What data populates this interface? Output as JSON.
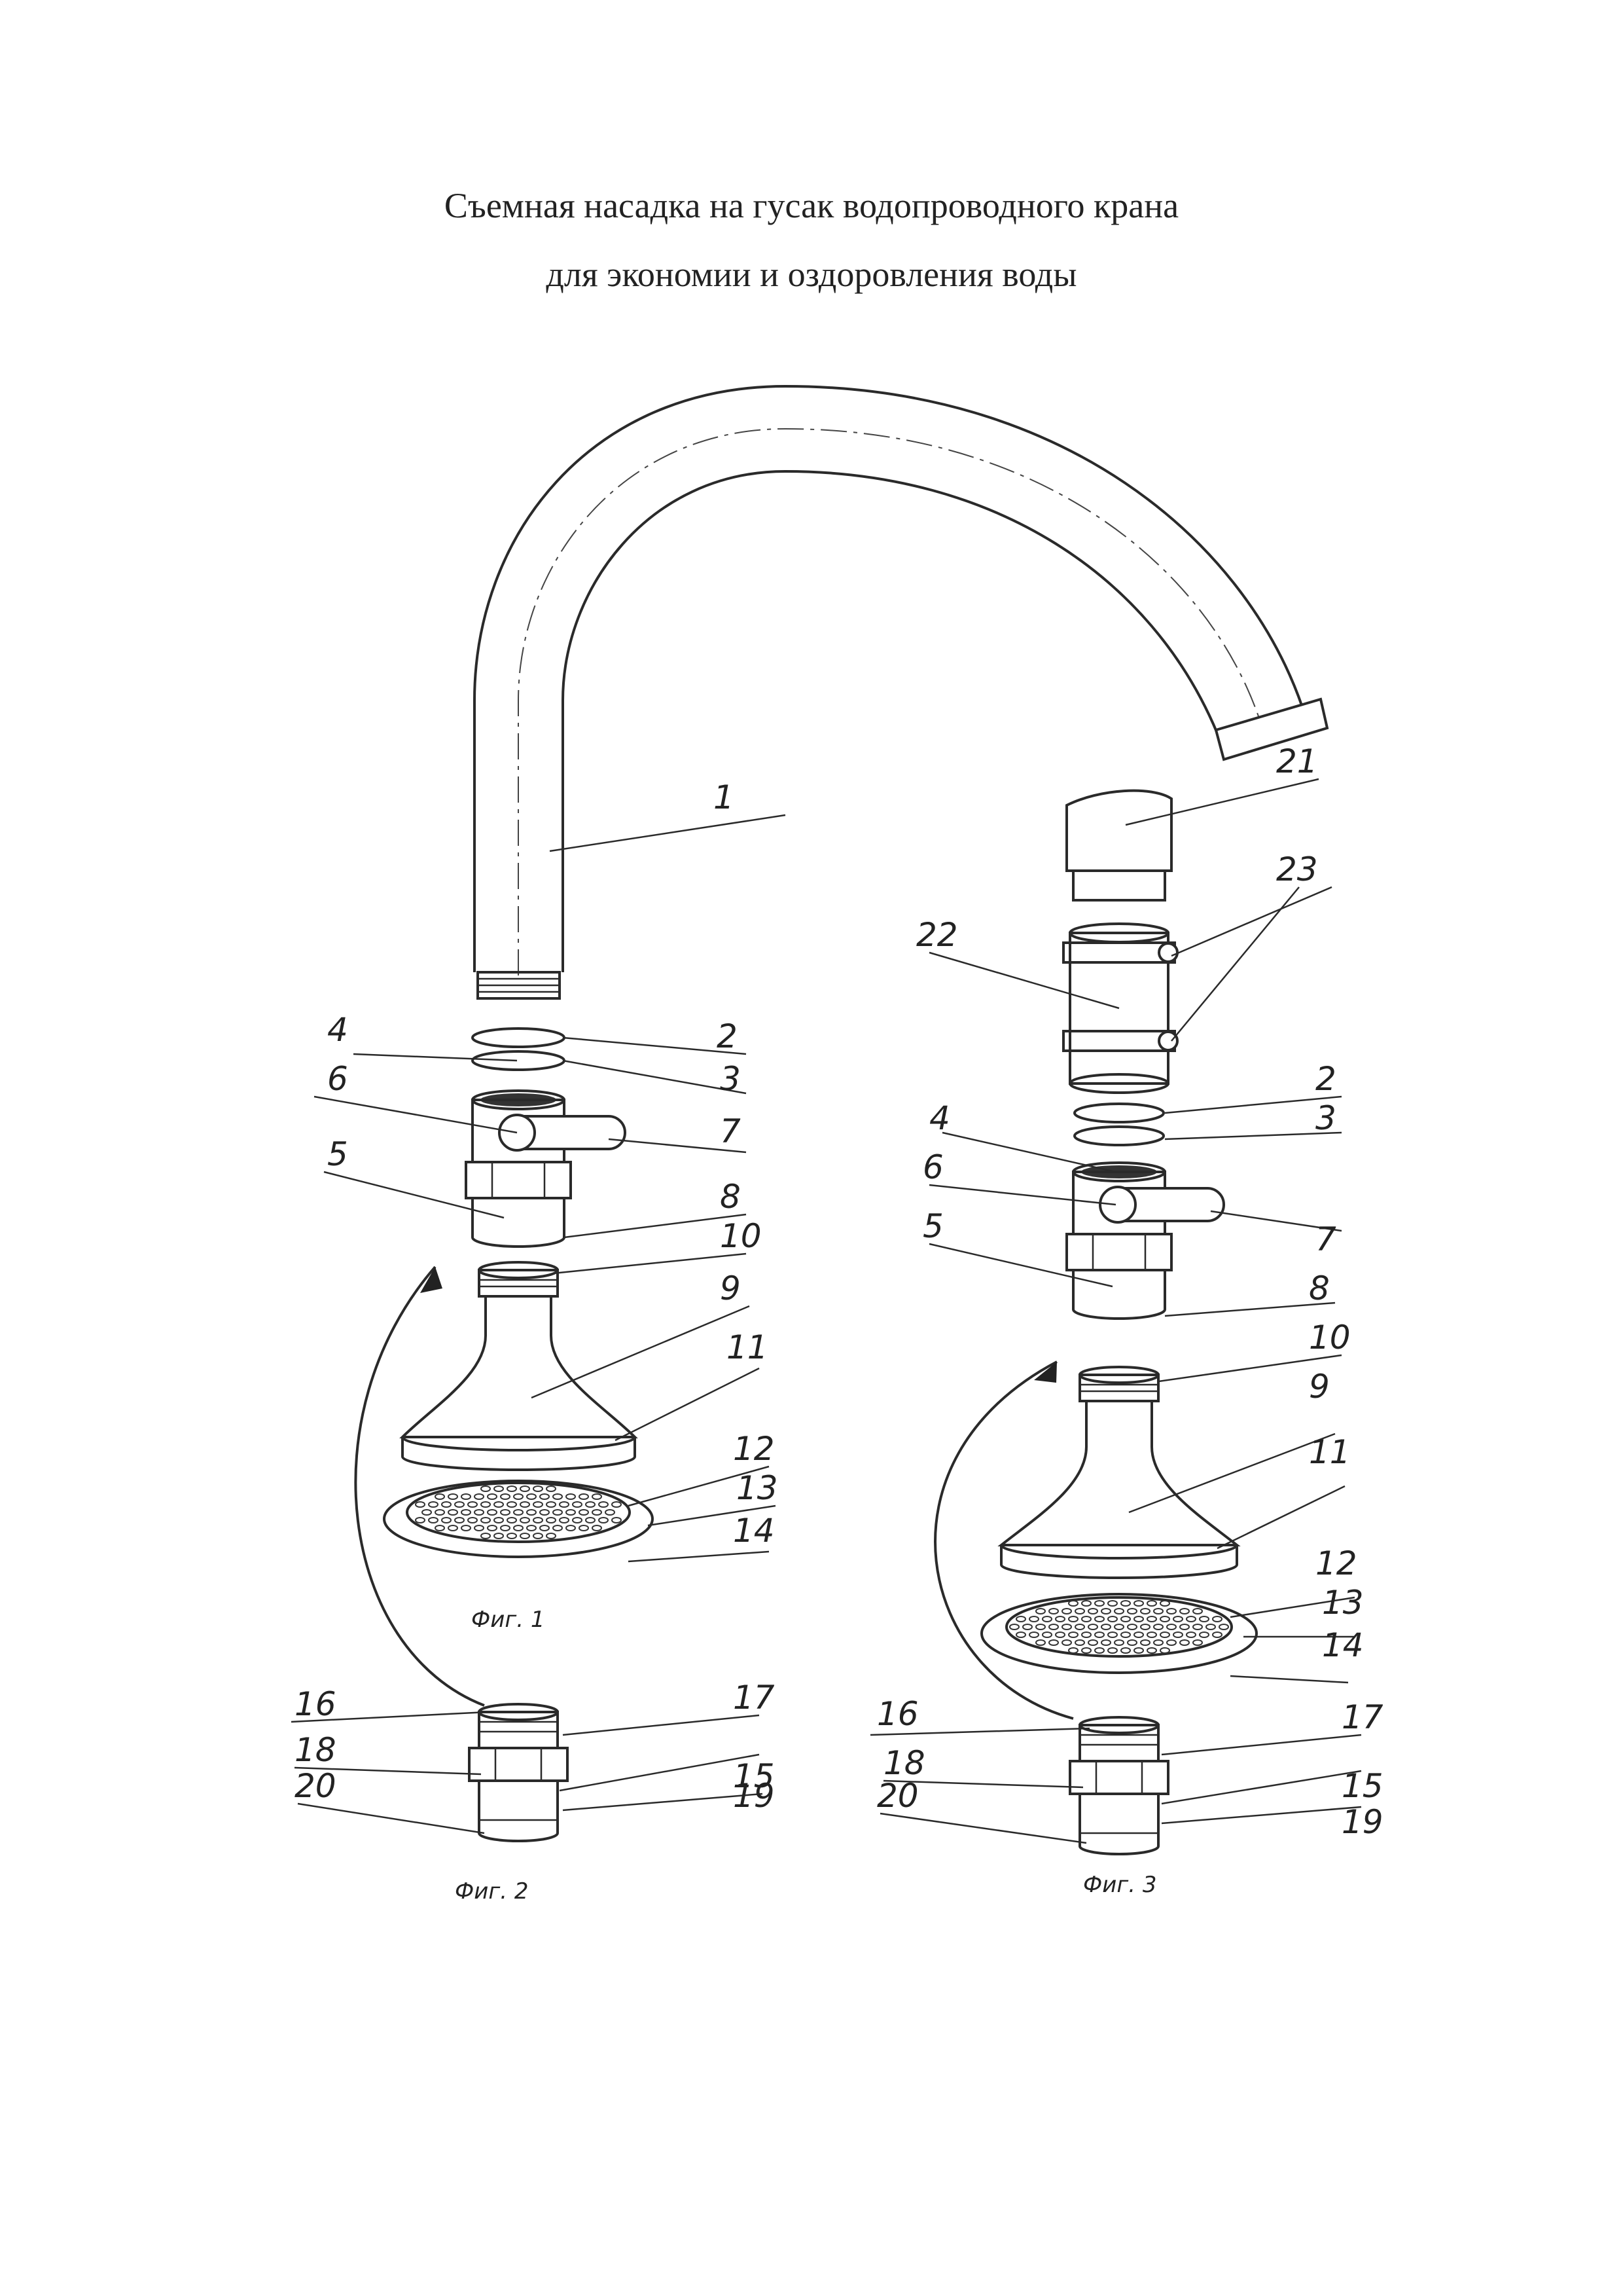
{
  "title": {
    "line1": "Съемная насадка на гусак водопроводного крана",
    "line2": "для экономии и оздоровления воды"
  },
  "figures": {
    "fig1": "Фиг. 1",
    "fig2": "Фиг. 2",
    "fig3": "Фиг. 3"
  },
  "labels_left": [
    "1",
    "2",
    "3",
    "4",
    "5",
    "6",
    "7",
    "8",
    "9",
    "10",
    "11",
    "12",
    "13",
    "14"
  ],
  "labels_fig2": [
    "15",
    "16",
    "17",
    "18",
    "19",
    "20"
  ],
  "labels_right": [
    "2",
    "3",
    "4",
    "5",
    "6",
    "7",
    "8",
    "9",
    "10",
    "11",
    "12",
    "13",
    "14",
    "21",
    "22",
    "23"
  ],
  "labels_fig3": [
    "15",
    "16",
    "17",
    "18",
    "19",
    "20"
  ]
}
